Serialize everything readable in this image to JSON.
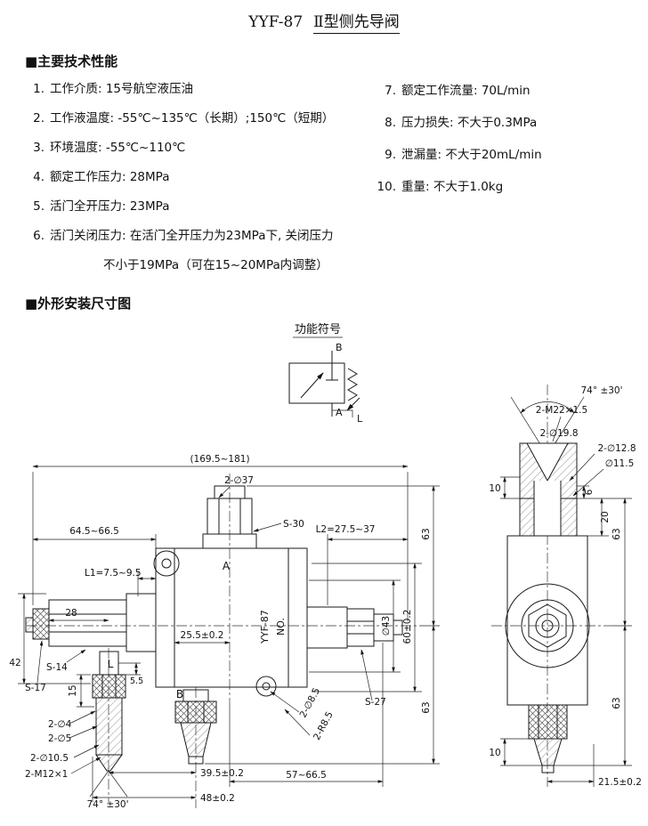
{
  "title": {
    "part1": "YYF-87",
    "part2": "Ⅱ型侧先导阀"
  },
  "sections": {
    "tech": "■主要技术性能",
    "dims": "■外形安装尺寸图"
  },
  "specs_left": [
    {
      "num": "1.",
      "text": "工作介质: 15号航空液压油"
    },
    {
      "num": "2.",
      "text": "工作液温度: -55℃~135℃（长期）;150℃（短期）"
    },
    {
      "num": "3.",
      "text": "环境温度: -55℃~110℃"
    },
    {
      "num": "4.",
      "text": "额定工作压力: 28MPa"
    },
    {
      "num": "5.",
      "text": "活门全开压力: 23MPa"
    },
    {
      "num": "6.",
      "text": "活门关闭压力: 在活门全开压力为23MPa下, 关闭压力",
      "text2": "不小于19MPa（可在15~20MPa内调整）"
    }
  ],
  "specs_right": [
    {
      "num": "7.",
      "text": "额定工作流量: 70L/min"
    },
    {
      "num": "8.",
      "text": "压力损失: 不大于0.3MPa"
    },
    {
      "num": "9.",
      "text": "泄漏量: 不大于20mL/min"
    },
    {
      "num": "10.",
      "text": "重量: 不大于1.0kg"
    }
  ],
  "symbol": {
    "label": "功能符号",
    "port_b": "B",
    "port_a": "A",
    "port_l": "L"
  },
  "main_view": {
    "overall_length": "(169.5~181)",
    "top_port_dia": "2-∅37",
    "hex_s30": "S-30",
    "dim_64_5": "64.5~66.5",
    "dim_l2": "L2=27.5~37",
    "dim_l1": "L1=7.5~9.5",
    "dim_28": "28",
    "dim_25_5": "25.5±0.2",
    "port_a": "A",
    "port_b": "B",
    "port_l": "L",
    "body_model": "YYF-87",
    "body_no": "NO.",
    "dim_42": "42",
    "hex_s14": "S-14",
    "hex_s17": "S-17",
    "dim_15": "15",
    "dim_5_5": "5.5",
    "hole_2xd4": "2-∅4",
    "hole_2xd5": "2-∅5",
    "hole_2xd10_5": "2-∅10.5",
    "thread_2xm12": "2-M12×1",
    "angle_74": "74° ±30'",
    "dim_39_5": "39.5±0.2",
    "dim_48": "48±0.2",
    "dim_57": "57~66.5",
    "hole_2xd8_5": "2-∅8.5",
    "radius_2xr8_5": "2-R8.5",
    "hex_s27": "S-27",
    "dia_43": "∅43",
    "dim_60": "60±0.2",
    "dim_63_upper": "63",
    "dim_63_lower": "63"
  },
  "side_view": {
    "angle_74": "74° ±30'",
    "thread_2xm22": "2-M22×1.5",
    "dia_2xd19_8": "2-∅19.8",
    "dia_2xd12_8": "2-∅12.8",
    "dia_d11_5": "∅11.5",
    "dim_10_top": "10",
    "dim_6": "6",
    "dim_20": "20",
    "dim_63_top": "63",
    "dim_63_bottom": "63",
    "dim_10_bottom": "10",
    "dim_21_5": "21.5±0.2"
  }
}
